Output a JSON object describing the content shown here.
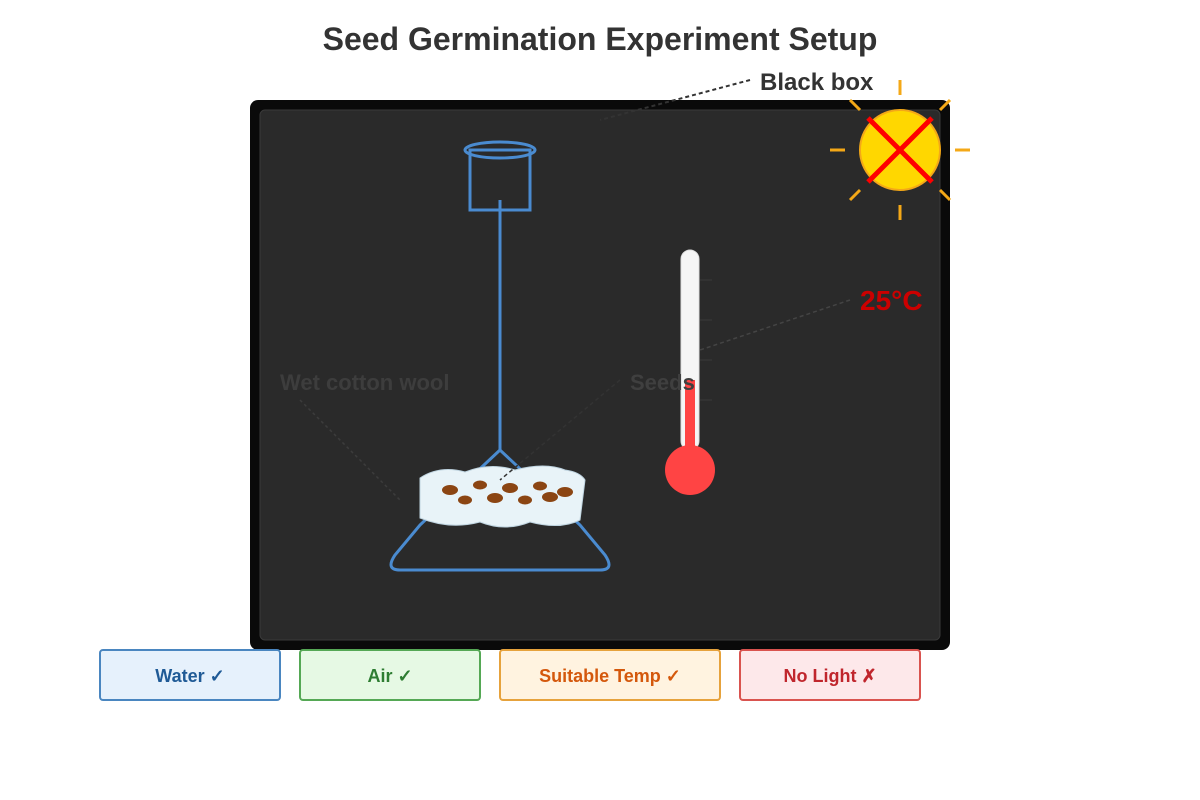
{
  "title": "Seed Germination Experiment Setup",
  "labels": {
    "black_box": "Black box",
    "temperature": "25°C",
    "cotton": "Wet cotton wool",
    "seeds": "Seeds"
  },
  "conditions": [
    {
      "text": "Water ✓",
      "fill": "#e6f1fc",
      "stroke": "#4a86c0",
      "color": "#1f5a96"
    },
    {
      "text": "Air ✓",
      "fill": "#e6f9e4",
      "stroke": "#55a855",
      "color": "#2e7d32"
    },
    {
      "text": "Suitable Temp ✓",
      "fill": "#fff3e0",
      "stroke": "#e6a23c",
      "color": "#d4580c"
    },
    {
      "text": "No Light ✗",
      "fill": "#fde8ea",
      "stroke": "#d9534f",
      "color": "#c0262d"
    }
  ],
  "colors": {
    "box": "#2a2a2a",
    "box_border": "#0a0a0a",
    "flask": "#4a8bd0",
    "sun": "#ffd700",
    "sun_rays": "#f4a817",
    "cross": "#ff0000",
    "thermo_bulb": "#ff4444",
    "temp_text": "#cc0000",
    "seed": "#8b4513",
    "cotton": "#e8f3f8"
  },
  "icons": {
    "sun": "sun-icon",
    "cross": "cross-icon",
    "thermometer": "thermometer-icon",
    "flask": "flask-icon"
  }
}
